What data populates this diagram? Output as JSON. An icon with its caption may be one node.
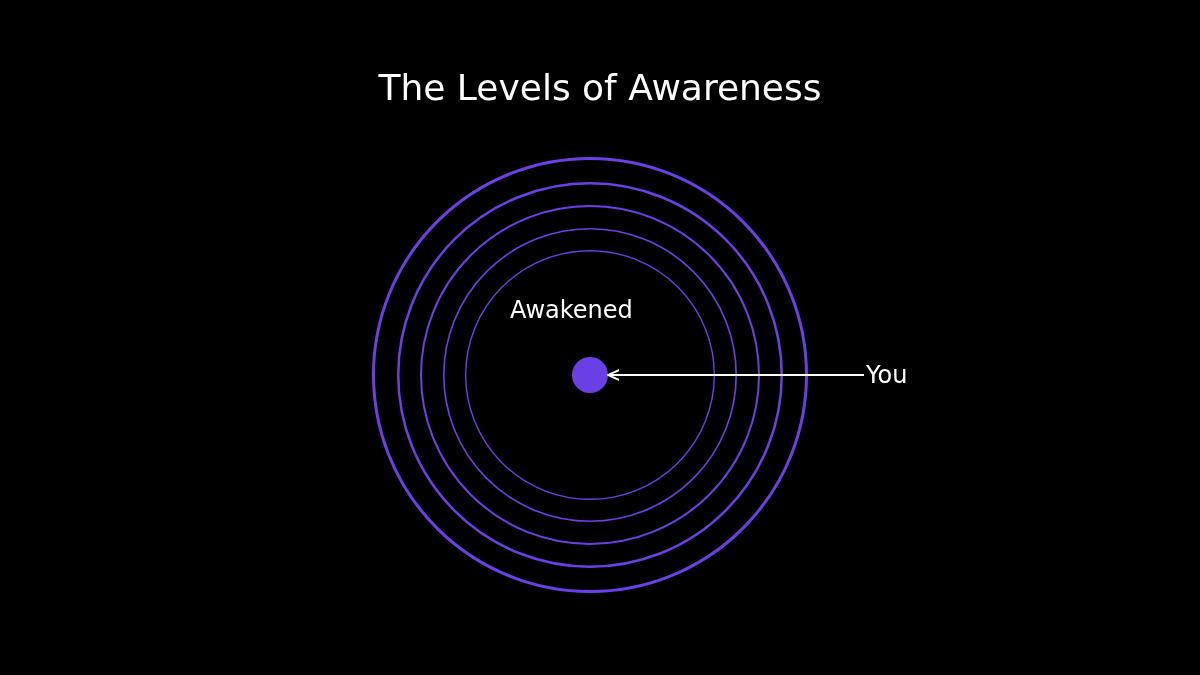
{
  "diagram": {
    "title": "The Levels of Awareness",
    "nodes": [
      {
        "text": [],
        "shape": "circle"
      },
      {
        "text": [],
        "shape": "circle",
        "in": 0
      },
      {
        "text": [],
        "shape": "circle",
        "in": 1
      },
      {
        "text": [],
        "shape": "circle",
        "in": 2
      },
      {
        "text": [],
        "shape": "circle",
        "in": 3
      },
      {
        "text": [],
        "shape": "circle",
        "in": 4,
        "beside": [
          "Awakened"
        ]
      },
      {
        "text": [
          "You"
        ]
      }
    ],
    "edges": [
      {
        "from": 6,
        "to": 5,
        "arrow": "to"
      }
    ]
  }
}
